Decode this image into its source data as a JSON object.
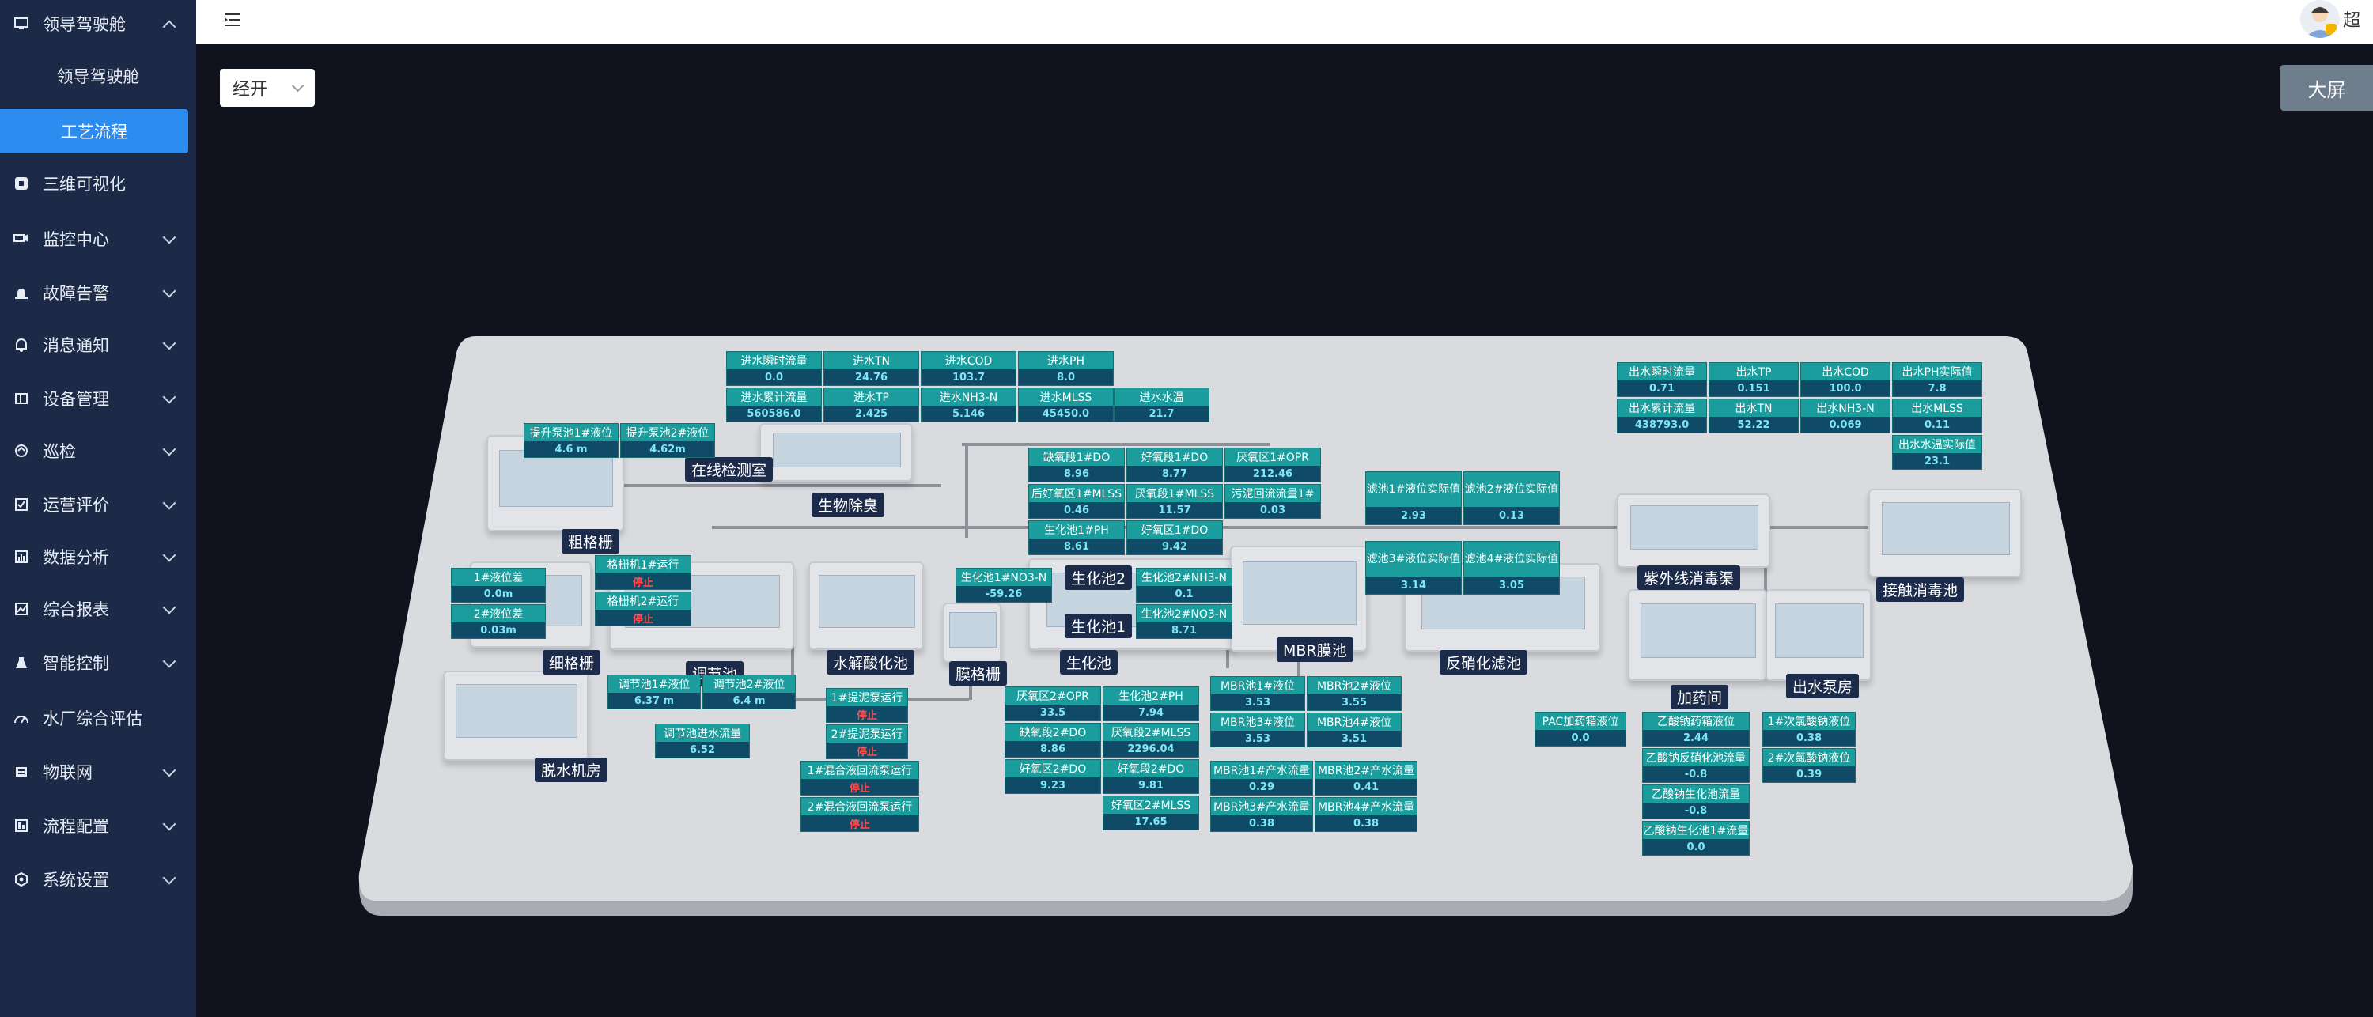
{
  "sidebar": {
    "menu": [
      {
        "label": "领导驾驶舱",
        "icon": "monitor-icon"
      },
      {
        "label": "三维可视化",
        "icon": "cube-icon"
      },
      {
        "label": "监控中心",
        "icon": "camera-icon"
      },
      {
        "label": "故障告警",
        "icon": "alarm-light-icon"
      },
      {
        "label": "消息通知",
        "icon": "bell-icon"
      },
      {
        "label": "设备管理",
        "icon": "device-icon"
      },
      {
        "label": "巡检",
        "icon": "patrol-icon"
      },
      {
        "label": "运营评价",
        "icon": "evaluate-icon"
      },
      {
        "label": "数据分析",
        "icon": "analysis-icon"
      },
      {
        "label": "综合报表",
        "icon": "chart-line-icon"
      },
      {
        "label": "智能控制",
        "icon": "flask-icon"
      },
      {
        "label": "水厂综合评估",
        "icon": "gauge-icon"
      },
      {
        "label": "物联网",
        "icon": "iot-icon"
      },
      {
        "label": "流程配置",
        "icon": "config-icon"
      },
      {
        "label": "系统设置",
        "icon": "settings-icon"
      }
    ],
    "submenu": [
      {
        "label": "领导驾驶舱"
      },
      {
        "label": "工艺流程",
        "active": true
      }
    ]
  },
  "header": {
    "user_name_partial": "超"
  },
  "controls": {
    "select_value": "经开",
    "big_screen_label": "大屏"
  },
  "panels": {
    "inlet": [
      {
        "label": "进水瞬时流量",
        "value": "0.0"
      },
      {
        "label": "进水TN",
        "value": "24.76"
      },
      {
        "label": "进水COD",
        "value": "103.7"
      },
      {
        "label": "进水PH",
        "value": "8.0"
      },
      {
        "label": "进水累计流量",
        "value": "560586.0"
      },
      {
        "label": "进水TP",
        "value": "2.425"
      },
      {
        "label": "进水NH3-N",
        "value": "5.146"
      },
      {
        "label": "进水MLSS",
        "value": "45450.0"
      },
      {
        "label": "进水水温",
        "value": "21.7"
      }
    ],
    "outlet": [
      {
        "label": "出水瞬时流量",
        "value": "0.71"
      },
      {
        "label": "出水TP",
        "value": "0.151"
      },
      {
        "label": "出水COD",
        "value": "100.0"
      },
      {
        "label": "出水PH实际值",
        "value": "7.8"
      },
      {
        "label": "出水累计流量",
        "value": "438793.0"
      },
      {
        "label": "出水TN",
        "value": "52.22"
      },
      {
        "label": "出水NH3-N",
        "value": "0.069"
      },
      {
        "label": "出水MLSS",
        "value": "0.11"
      },
      {
        "label": "出水水温实际值",
        "value": "23.1"
      }
    ],
    "lift": [
      {
        "label": "提升泵池1#液位",
        "value": "4.6 m"
      },
      {
        "label": "提升泵池2#液位",
        "value": "4.62m"
      }
    ],
    "fine_screen": [
      {
        "label": "1#液位差",
        "value": "0.0m"
      },
      {
        "label": "2#液位差",
        "value": "0.03m"
      }
    ],
    "screen_machine": [
      {
        "label": "格栅机1#运行",
        "value": "停止"
      },
      {
        "label": "格栅机2#运行",
        "value": "停止"
      }
    ],
    "regulating": [
      {
        "label": "调节池1#液位",
        "value": "6.37 m"
      },
      {
        "label": "调节池2#液位",
        "value": "6.4 m"
      }
    ],
    "regulating_flow": [
      {
        "label": "调节池进水流量",
        "value": "6.52"
      }
    ],
    "pumps": [
      {
        "label": "1#提泥泵运行",
        "value": "停止"
      },
      {
        "label": "2#提泥泵运行",
        "value": "停止"
      },
      {
        "label": "1#混合液回流泵运行",
        "value": "停止"
      },
      {
        "label": "2#混合液回流泵运行",
        "value": "停止"
      }
    ],
    "bio1": [
      {
        "label": "缺氧段1#DO",
        "value": "8.96"
      },
      {
        "label": "好氧段1#DO",
        "value": "8.77"
      },
      {
        "label": "厌氧区1#OPR",
        "value": "212.46"
      },
      {
        "label": "后好氧区1#MLSS",
        "value": "0.46"
      },
      {
        "label": "厌氧段1#MLSS",
        "value": "11.57"
      },
      {
        "label": "污泥回流流量1#",
        "value": "0.03"
      },
      {
        "label": "生化池1#PH",
        "value": "8.61"
      },
      {
        "label": "好氧区1#DO",
        "value": "9.42"
      }
    ],
    "bio_n": [
      {
        "label": "生化池1#NO3-N",
        "value": "-59.26"
      }
    ],
    "bio2": [
      {
        "label": "生化池2#NH3-N",
        "value": "0.1"
      },
      {
        "label": "生化池2#NO3-N",
        "value": "8.71"
      }
    ],
    "bio_lower": [
      {
        "label": "厌氧区2#OPR",
        "value": "33.5"
      },
      {
        "label": "生化池2#PH",
        "value": "7.94"
      },
      {
        "label": "缺氧段2#DO",
        "value": "8.86"
      },
      {
        "label": "厌氧段2#MLSS",
        "value": "2296.04"
      },
      {
        "label": "好氧区2#DO",
        "value": "9.23"
      },
      {
        "label": "好氧段2#DO",
        "value": "9.81"
      },
      {
        "label": "好氧区2#MLSS",
        "value": "17.65"
      }
    ],
    "mbr_level": [
      {
        "label": "MBR池1#液位",
        "value": "3.53"
      },
      {
        "label": "MBR池2#液位",
        "value": "3.55"
      },
      {
        "label": "MBR池3#液位",
        "value": "3.53"
      },
      {
        "label": "MBR池4#液位",
        "value": "3.51"
      }
    ],
    "mbr_flow": [
      {
        "label": "MBR池1#产水流量",
        "value": "0.29"
      },
      {
        "label": "MBR池2#产水流量",
        "value": "0.41"
      },
      {
        "label": "MBR池3#产水流量",
        "value": "0.38"
      },
      {
        "label": "MBR池4#产水流量",
        "value": "0.38"
      }
    ],
    "filter": [
      {
        "label": "滤池1#液位实际值",
        "value": "2.93"
      },
      {
        "label": "滤池2#液位实际值",
        "value": "0.13"
      },
      {
        "label": "滤池3#液位实际值",
        "value": "3.14"
      },
      {
        "label": "滤池4#液位实际值",
        "value": "3.05"
      }
    ],
    "pac": [
      {
        "label": "PAC加药箱液位",
        "value": "0.0"
      }
    ],
    "dosing": [
      {
        "label": "乙酸钠药箱液位",
        "value": "2.44"
      },
      {
        "label": "乙酸钠反硝化池流量",
        "value": "-0.8"
      },
      {
        "label": "乙酸钠生化池流量",
        "value": "-0.8"
      },
      {
        "label": "乙酸钠生化池1#流量",
        "value": "0.0"
      }
    ],
    "hypo": [
      {
        "label": "1#次氯酸钠液位",
        "value": "0.38"
      },
      {
        "label": "2#次氯酸钠液位",
        "value": "0.39"
      }
    ]
  },
  "facilities": {
    "online_lab": "在线检测室",
    "bio_deodor": "生物除臭",
    "coarse_screen": "粗格栅",
    "fine_screen": "细格栅",
    "regulating_pool": "调节池",
    "hydrolysis": "水解酸化池",
    "membrane_screen": "膜格栅",
    "bio_pool_2": "生化池2",
    "bio_pool_1": "生化池1",
    "bio_pool": "生化池",
    "mbr_pool": "MBR膜池",
    "denitrify_filter": "反硝化滤池",
    "uv_channel": "紫外线消毒渠",
    "contact_pool": "接触消毒池",
    "dosing_room": "加药间",
    "outlet_pump": "出水泵房",
    "dewatering": "脱水机房"
  },
  "colors": {
    "sidebar": "#1c2a48",
    "accent": "#2d8cf0",
    "panel_header": "#1a9d9c",
    "panel_value": "#0f4a67",
    "stop": "#ff4d4f"
  }
}
